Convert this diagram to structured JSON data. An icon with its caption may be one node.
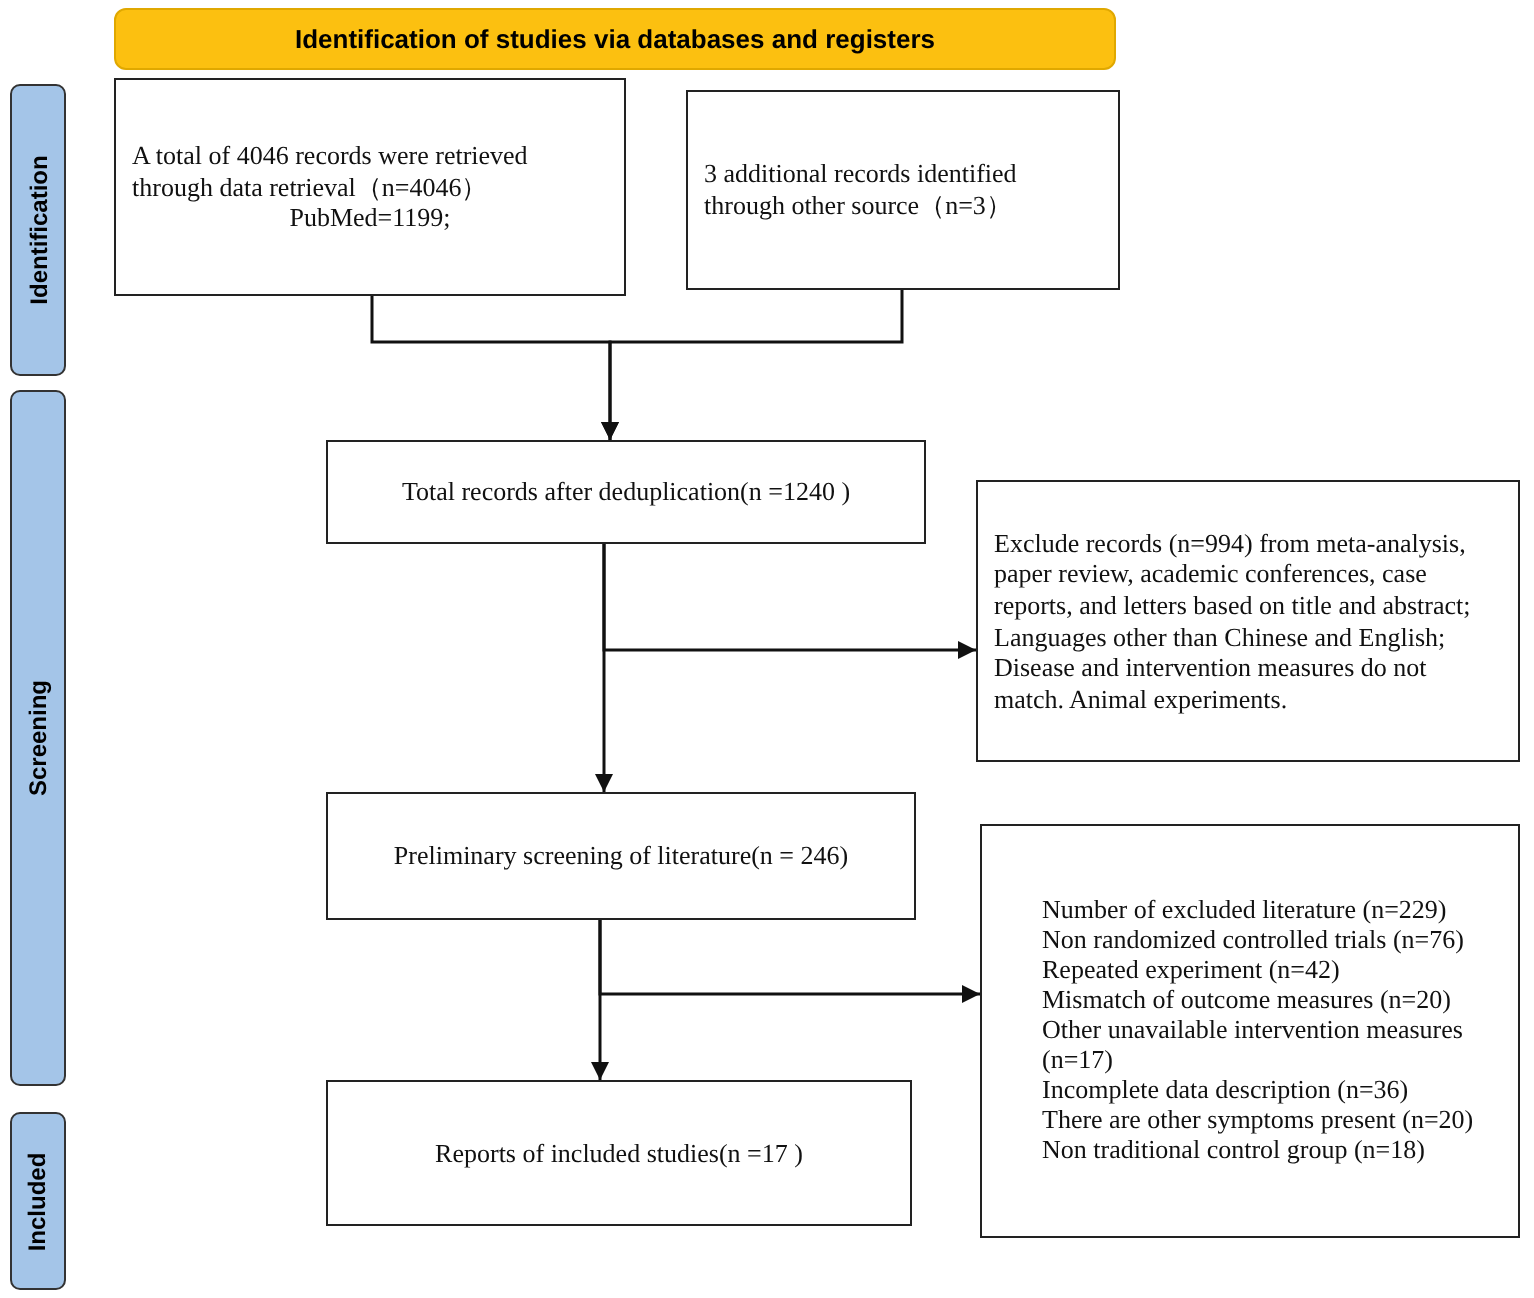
{
  "diagram": {
    "nodes": [
      {
        "text": [
          "Identification of studies via databases and registers"
        ]
      },
      {
        "text": [
          "Identification"
        ]
      },
      {
        "text": [
          "A total of 4046 records were retrieved through data retrieval（n=4046）",
          "PubMed=1199;"
        ]
      },
      {
        "text": [
          "3 additional records identified through other source（n=3）"
        ]
      },
      {
        "text": [
          "Screening"
        ]
      },
      {
        "text": [
          "Total records after deduplication(n =1240 )"
        ]
      },
      {
        "text": [
          "Exclude records (n=994) from meta-analysis, paper review, academic conferences, case reports, and letters based on title and abstract; Languages other than Chinese and English; Disease and intervention measures do not match. Animal experiments."
        ]
      },
      {
        "text": [
          "Preliminary screening of literature(n = 246)"
        ]
      },
      {
        "text": [
          "Number of excluded literature (n=229)",
          "Non randomized controlled trials (n=76)",
          "Repeated experiment (n=42)",
          "Mismatch of outcome measures (n=20)",
          "Other unavailable intervention measures (n=17)",
          "Incomplete data description (n=36)",
          "There are other symptoms present (n=20)",
          "Non traditional control group (n=18)"
        ]
      },
      {
        "text": [
          "Included"
        ]
      },
      {
        "text": [
          "Reports of included studies(n =17 )"
        ]
      }
    ],
    "edges": [
      {
        "from": 2,
        "to": 5,
        "arrow": "to"
      },
      {
        "from": 3,
        "to": 5,
        "arrow": "to"
      },
      {
        "from": 5,
        "to": 6,
        "arrow": "to"
      },
      {
        "from": 5,
        "to": 7,
        "arrow": "to"
      },
      {
        "from": 7,
        "to": 8,
        "arrow": "to"
      },
      {
        "from": 7,
        "to": 10,
        "arrow": "to"
      }
    ]
  }
}
